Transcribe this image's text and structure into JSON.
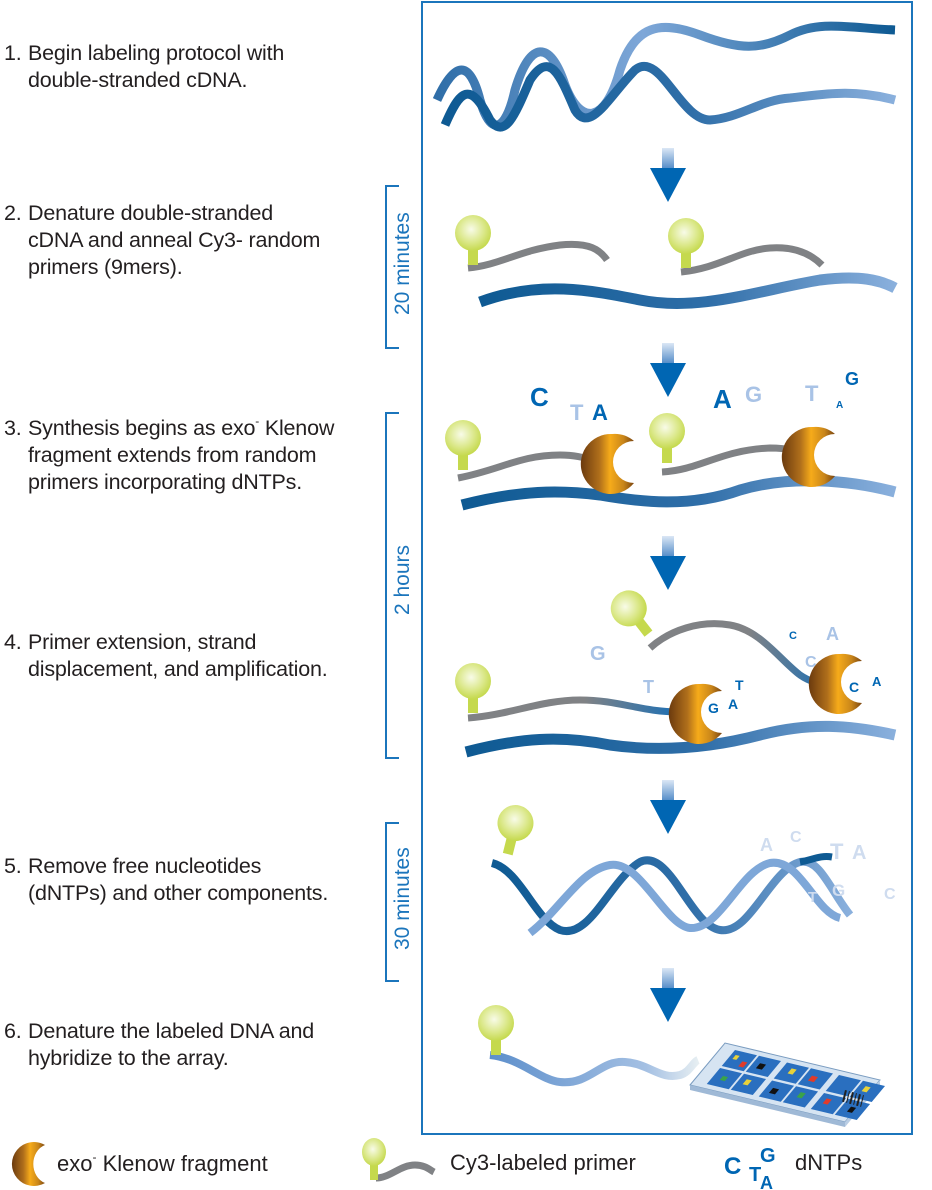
{
  "steps": [
    {
      "number": "1.",
      "lines": [
        "Begin labeling protocol with",
        "double-stranded cDNA."
      ]
    },
    {
      "number": "2.",
      "lines": [
        "Denature double-stranded",
        "cDNA and anneal Cy3- random",
        "primers (9mers)."
      ]
    },
    {
      "number": "3.",
      "lines": [
        "Synthesis begins as exo",
        "fragment extends from random",
        "primers incorporating dNTPs."
      ],
      "superscript": "-",
      "after_super": " Klenow"
    },
    {
      "number": "4.",
      "lines": [
        "Primer extension, strand",
        "displacement, and amplification."
      ]
    },
    {
      "number": "5.",
      "lines": [
        "Remove free nucleotides",
        "(dNTPs) and other components."
      ]
    },
    {
      "number": "6.",
      "lines": [
        "Denature the labeled DNA and",
        "hybridize to the array."
      ]
    }
  ],
  "durations": [
    {
      "label": "20 minutes",
      "spans_steps": [
        2
      ]
    },
    {
      "label": "2 hours",
      "spans_steps": [
        3,
        4
      ]
    },
    {
      "label": "30 minutes",
      "spans_steps": [
        5
      ]
    }
  ],
  "illustration_letters": {
    "step3": [
      "C",
      "T",
      "A",
      "A",
      "G",
      "T",
      "A",
      "G"
    ],
    "step4": [
      "G",
      "T",
      "G",
      "A",
      "T",
      "C",
      "A",
      "C",
      "C",
      "A"
    ],
    "step5": [
      "A",
      "C",
      "T",
      "A",
      "T",
      "G",
      "C"
    ]
  },
  "legend": {
    "klenow": {
      "prefix": "exo",
      "superscript": "-",
      "suffix": " Klenow fragment",
      "icon": "klenow-fragment-icon"
    },
    "primer": {
      "label": "Cy3-labeled primer",
      "icon": "cy3-primer-icon"
    },
    "dntps": {
      "letters": [
        "C",
        "T",
        "G",
        "A"
      ],
      "label": "dNTPs",
      "icon": "dntp-letters-icon"
    }
  },
  "colors": {
    "accent_blue": "#1b75bc",
    "arrow_blue": "#0066b3",
    "dna_dark": "#0e5a93",
    "dna_light": "#7ea7d8",
    "primer_gray": "#808285",
    "cy3_green": "#c5d94d",
    "klenow_gold": "#c9861a",
    "letter_light": "#a9c3e6"
  }
}
